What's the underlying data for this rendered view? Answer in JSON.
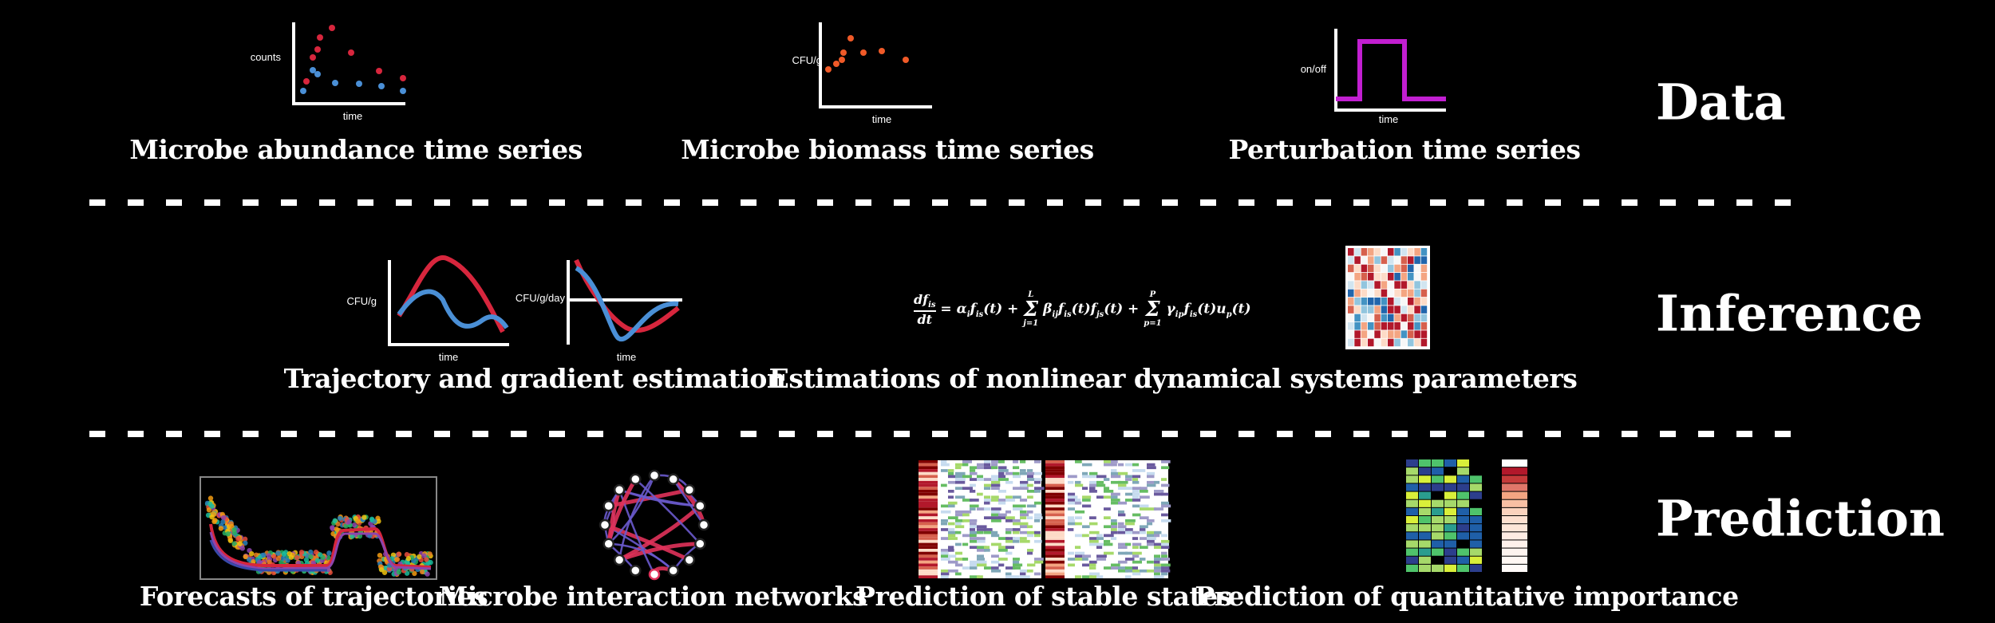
{
  "sections": {
    "data": "Data",
    "inference": "Inference",
    "prediction": "Prediction"
  },
  "data_panels": {
    "abundance": {
      "ylabel": "counts",
      "xlabel": "time",
      "caption": "Microbe abundance time series"
    },
    "biomass": {
      "ylabel": "CFU/g",
      "xlabel": "time",
      "caption": "Microbe biomass time series"
    },
    "perturbation": {
      "ylabel": "on/off",
      "xlabel": "time",
      "caption": "Perturbation time series"
    }
  },
  "inference_panels": {
    "trajectory_ylabel": "CFU/g",
    "gradient_ylabel": "CFU/g/day",
    "xlabel_left": "time",
    "xlabel_right": "time",
    "trajectory_caption": "Trajectory and gradient estimation",
    "equation": "df_is/dt = α_i f_is(t) + Σ_{j=1}^{L} β_ij f_is(t) f_js(t) + Σ_{p=1}^{P} γ_ip f_is(t) u_p(t)",
    "params_caption": "Estimations of nonlinear dynamical systems parameters"
  },
  "prediction_panels": {
    "forecast_caption": "Forecasts of trajectories",
    "network_caption": "Microbe interaction networks",
    "stable_caption": "Prediction of stable states",
    "importance_caption": "Prediction of quantitative importance"
  },
  "colors": {
    "background": "#000000",
    "red": "#d7263d",
    "blue": "#4a8fd6",
    "orange": "#f05a28",
    "magenta": "#c21fd1"
  }
}
